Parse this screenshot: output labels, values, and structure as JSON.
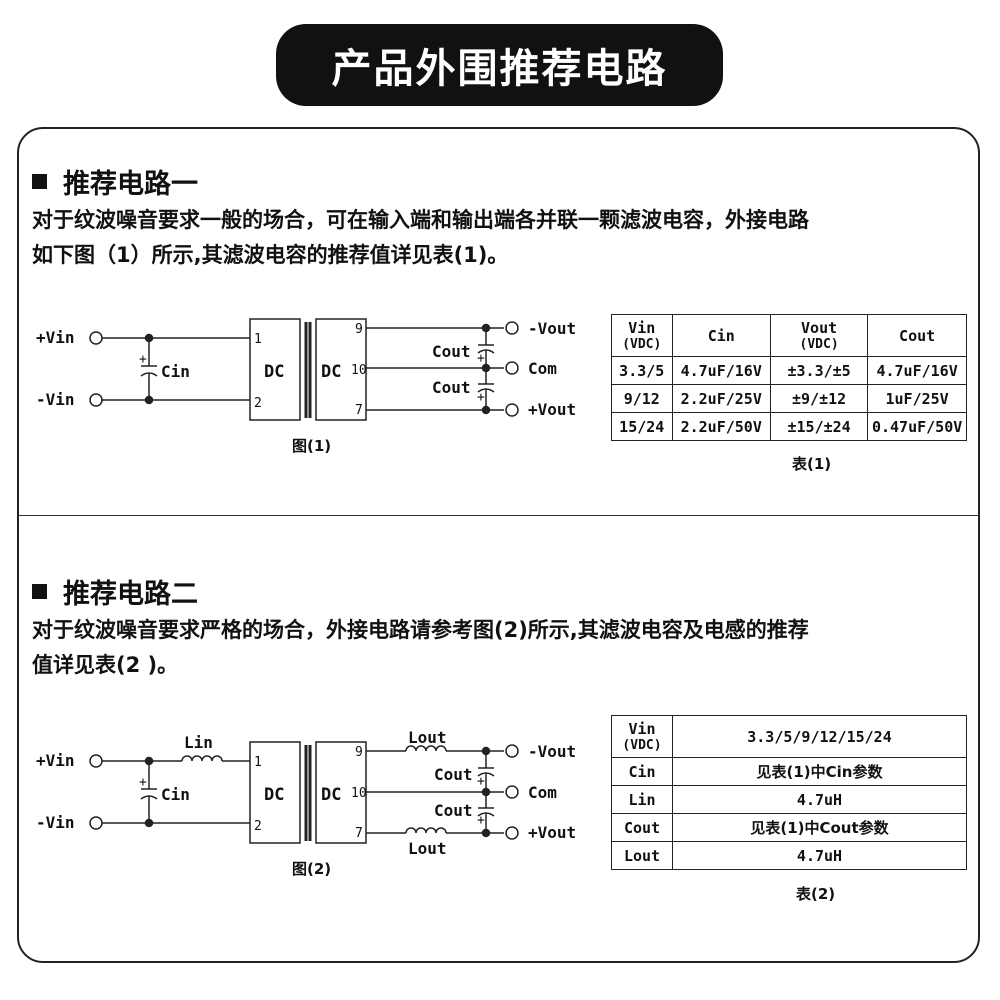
{
  "page_title": "产品外围推荐电路",
  "section1": {
    "heading": "推荐电路一",
    "line1": "对于纹波噪音要求一般的场合，可在输入端和输出端各并联一颗滤波电容，外接电路",
    "line2": "如下图（1）所示,其滤波电容的推荐值详见表(1)。",
    "figure_caption": "图(1)",
    "table_caption": "表(1)",
    "labels": {
      "vin_pos": "+Vin",
      "vin_neg": "-Vin",
      "cin": "Cin",
      "cout": "Cout",
      "vout_neg": "-Vout",
      "com": "Com",
      "vout_pos": "+Vout",
      "dc": "DC",
      "pin1": "1",
      "pin2": "2",
      "pin9": "9",
      "pin10": "10",
      "pin7": "7",
      "plus": "+"
    },
    "table": {
      "headers": [
        [
          "Vin",
          "(VDC)"
        ],
        [
          "Cin"
        ],
        [
          "Vout",
          "(VDC)"
        ],
        [
          "Cout"
        ]
      ],
      "rows": [
        [
          "3.3/5",
          "4.7uF/16V",
          "±3.3/±5",
          "4.7uF/16V"
        ],
        [
          "9/12",
          "2.2uF/25V",
          "±9/±12",
          "1uF/25V"
        ],
        [
          "15/24",
          "2.2uF/50V",
          "±15/±24",
          "0.47uF/50V"
        ]
      ]
    }
  },
  "section2": {
    "heading": "推荐电路二",
    "line1": "对于纹波噪音要求严格的场合，外接电路请参考图(2)所示,其滤波电容及电感的推荐",
    "line2": "值详见表(2 )。",
    "figure_caption": "图(2)",
    "table_caption": "表(2)",
    "labels": {
      "vin_pos": "+Vin",
      "vin_neg": "-Vin",
      "lin": "Lin",
      "cin": "Cin",
      "cout": "Cout",
      "lout": "Lout",
      "vout_neg": "-Vout",
      "com": "Com",
      "vout_pos": "+Vout",
      "dc": "DC",
      "pin1": "1",
      "pin2": "2",
      "pin9": "9",
      "pin10": "10",
      "pin7": "7",
      "plus": "+"
    },
    "table": {
      "rows": [
        [
          [
            "Vin",
            "(VDC)"
          ],
          "3.3/5/9/12/15/24"
        ],
        [
          [
            "Cin"
          ],
          "见表(1)中Cin参数"
        ],
        [
          [
            "Lin"
          ],
          "4.7uH"
        ],
        [
          [
            "Cout"
          ],
          "见表(1)中Cout参数"
        ],
        [
          [
            "Lout"
          ],
          "4.7uH"
        ]
      ]
    }
  }
}
